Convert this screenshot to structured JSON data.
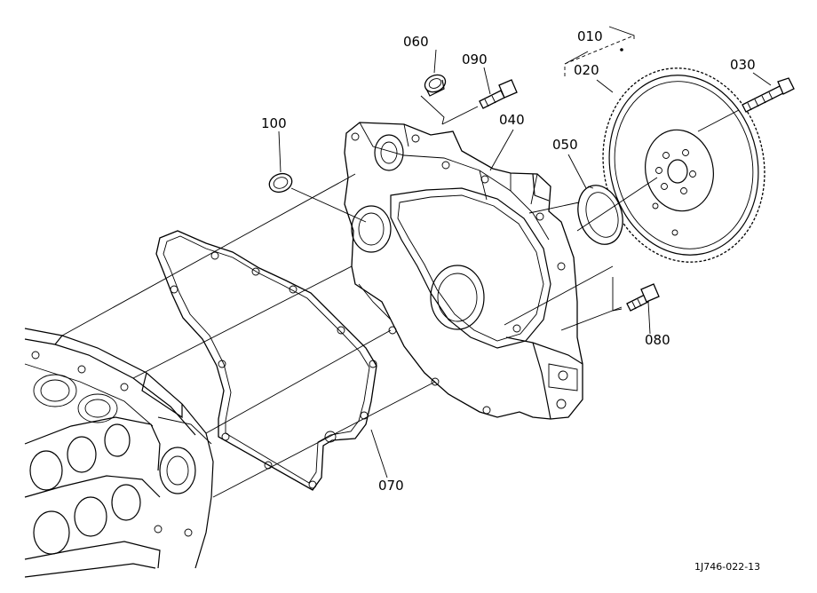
{
  "callouts": {
    "c010": "010",
    "c020": "020",
    "c030": "030",
    "c040": "040",
    "c050": "050",
    "c060": "060",
    "c070": "070",
    "c080": "080",
    "c090": "090",
    "c100": "100"
  },
  "drawing_code": "1J746-022-13",
  "parts": [
    {
      "ref": "010",
      "icon": "flywheel-assembly-bracket"
    },
    {
      "ref": "020",
      "icon": "flywheel-icon"
    },
    {
      "ref": "030",
      "icon": "flywheel-bolt-icon"
    },
    {
      "ref": "040",
      "icon": "flywheel-housing-icon"
    },
    {
      "ref": "050",
      "icon": "oil-seal-icon"
    },
    {
      "ref": "060",
      "icon": "plug-cap-icon"
    },
    {
      "ref": "070",
      "icon": "gasket-icon"
    },
    {
      "ref": "080",
      "icon": "bolt-icon"
    },
    {
      "ref": "090",
      "icon": "bolt-icon"
    },
    {
      "ref": "100",
      "icon": "plug-cap-icon"
    }
  ]
}
